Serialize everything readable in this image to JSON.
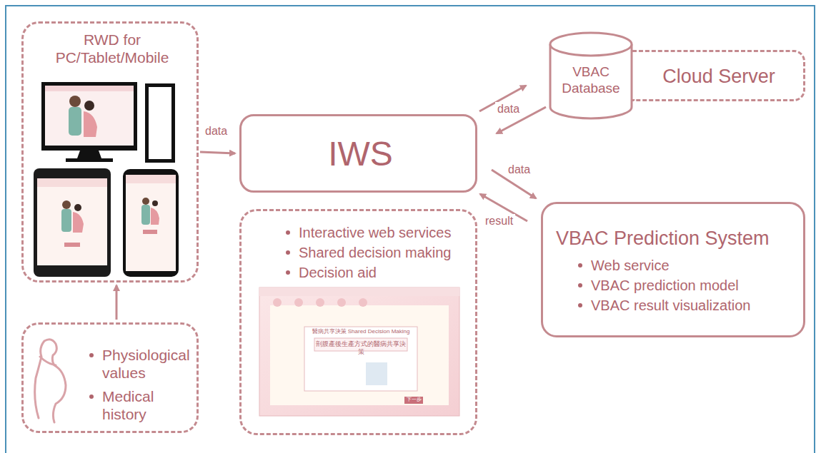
{
  "diagram": {
    "nodes": [
      {
        "text": [
          "RWD for PC/Tablet/Mobile"
        ]
      },
      {
        "text": [
          "IWS"
        ]
      },
      {
        "text": [
          "VBAC Database"
        ]
      },
      {
        "text": [
          "Cloud Server"
        ]
      },
      {
        "text": [
          "Interactive web services",
          "Shared decision making",
          "Decision aid"
        ]
      },
      {
        "text": [
          "VBAC Prediction System",
          "Web service",
          "VBAC prediction model",
          "VBAC result visualization"
        ]
      },
      {
        "text": [
          "Physiological values",
          "Medical history"
        ]
      }
    ],
    "edges": [
      {
        "from": 6,
        "to": 0,
        "arrow": "to"
      },
      {
        "from": 0,
        "to": 1,
        "label": "data",
        "arrow": "to"
      },
      {
        "from": 1,
        "to": 2,
        "label": "data",
        "arrow": "to"
      },
      {
        "from": 2,
        "to": 1,
        "arrow": "to"
      },
      {
        "from": 1,
        "to": 5,
        "label": "data",
        "arrow": "to"
      },
      {
        "from": 5,
        "to": 1,
        "label": "result",
        "arrow": "to"
      }
    ],
    "labels": [
      "醫病共享決策 Shared Decision Making",
      "剖腹產後生產方式的醫病共享決策",
      "下一步"
    ]
  }
}
